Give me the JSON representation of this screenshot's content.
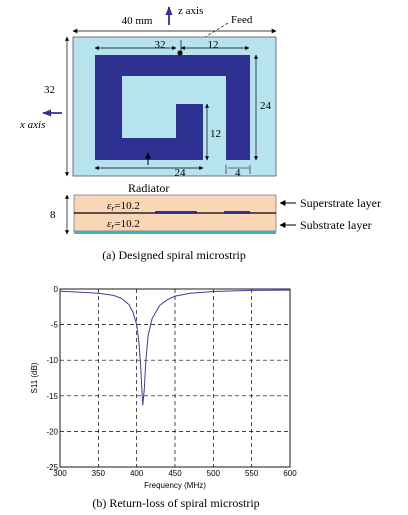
{
  "figure_a": {
    "labels": {
      "width": "40 mm",
      "z_axis": "z axis",
      "feed": "Feed",
      "dim_32_top": "32",
      "dim_12_top": "12",
      "dim_32_left": "32",
      "x_axis": "x axis",
      "dim_24_right": "24",
      "dim_12_inner": "12",
      "dim_24_bottom": "24",
      "dim_4": "4",
      "radiator": "Radiator",
      "dim_8": "8",
      "eps_top": "ε",
      "eps_top_sub": "r",
      "eps_top_val": "=10.2",
      "eps_bot": "ε",
      "eps_bot_sub": "r",
      "eps_bot_val": "=10.2",
      "superstrate": "Superstrate layer",
      "substrate": "Substrate layer"
    },
    "caption": "(a) Designed spiral microstrip",
    "colors": {
      "board": "#b7e3ee",
      "spiral": "#2e3192",
      "superstrate": "#f8d6b6",
      "ground": "#2cb5cf"
    }
  },
  "chart_data": {
    "type": "line",
    "title": "",
    "xlabel": "Frequency (MHz)",
    "ylabel": "S11 (dB)",
    "xlim": [
      300,
      600
    ],
    "ylim": [
      -25,
      0
    ],
    "xticks": [
      300,
      350,
      400,
      450,
      500,
      550,
      600
    ],
    "yticks": [
      0,
      -5,
      -10,
      -15,
      -20,
      -25
    ],
    "grid": true,
    "line_color": "#3d3d9e",
    "series": [
      {
        "x": [
          300,
          350,
          370,
          380,
          390,
          395,
          400,
          403,
          405,
          407,
          408,
          410,
          412,
          415,
          420,
          430,
          440,
          450,
          470,
          500,
          550,
          600
        ],
        "y": [
          -0.3,
          -0.6,
          -0.9,
          -1.3,
          -2.2,
          -3.2,
          -5.0,
          -7.5,
          -10.5,
          -14.5,
          -16.3,
          -14.0,
          -10.0,
          -6.5,
          -4.2,
          -2.3,
          -1.5,
          -1.0,
          -0.6,
          -0.35,
          -0.2,
          -0.15
        ]
      }
    ]
  },
  "figure_b": {
    "caption": "(b) Return-loss of spiral microstrip"
  }
}
